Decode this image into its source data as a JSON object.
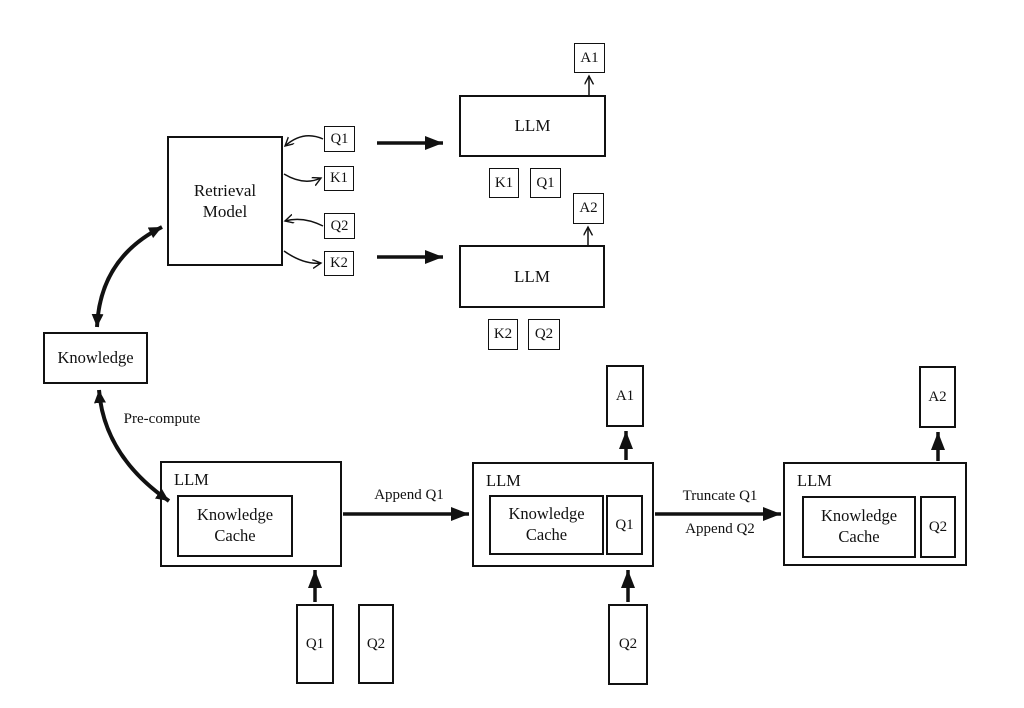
{
  "colors": {
    "background": "#ffffff",
    "ink": "#111111"
  },
  "top_section": {
    "retrieval_model": {
      "line1": "Retrieval",
      "line2": "Model"
    },
    "q1_token": "Q1",
    "k1_token": "K1",
    "q2_token": "Q2",
    "k2_token": "K2",
    "llm1_label": "LLM",
    "llm2_label": "LLM",
    "a1_output": "A1",
    "a2_output": "A2",
    "context1": {
      "k": "K1",
      "q": "Q1"
    },
    "context2": {
      "k": "K2",
      "q": "Q2"
    }
  },
  "bottom_section": {
    "knowledge_label": "Knowledge",
    "precompute_label": "Pre-compute",
    "append_q1_label": "Append Q1",
    "truncate_q1_label": "Truncate Q1",
    "append_q2_label": "Append Q2",
    "stage1": {
      "llm_label": "LLM",
      "cache_line1": "Knowledge",
      "cache_line2": "Cache"
    },
    "stage2": {
      "llm_label": "LLM",
      "cache_line1": "Knowledge",
      "cache_line2": "Cache",
      "cache_q": "Q1"
    },
    "stage3": {
      "llm_label": "LLM",
      "cache_line1": "Knowledge",
      "cache_line2": "Cache",
      "cache_q": "Q2"
    },
    "a1_output": "A1",
    "a2_output": "A2",
    "q1_input": "Q1",
    "q2_waiting": "Q2",
    "q2_input": "Q2"
  }
}
